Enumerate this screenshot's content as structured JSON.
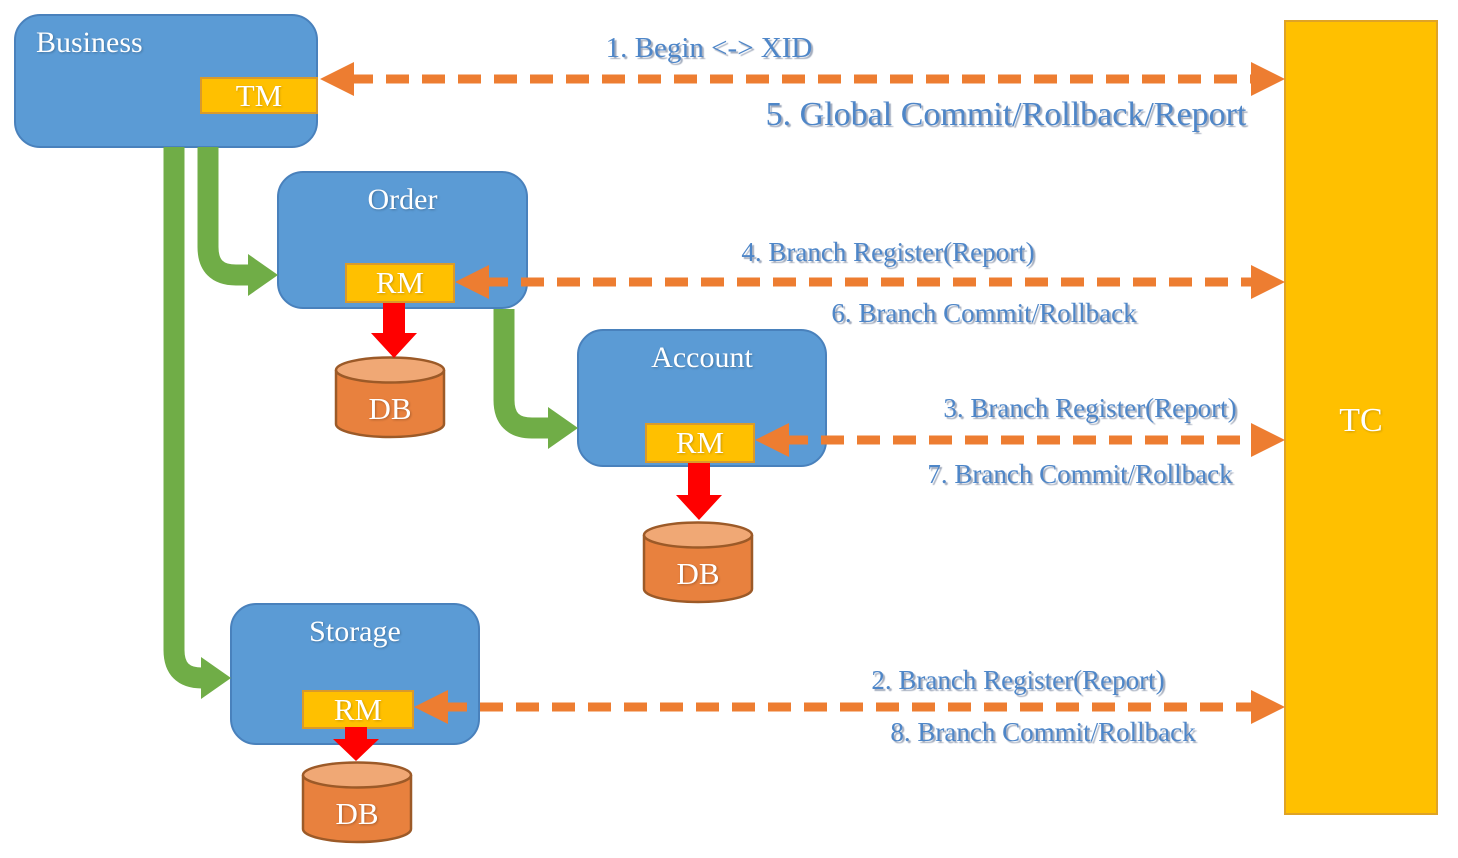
{
  "nodes": {
    "business": {
      "label": "Business",
      "badge": "TM"
    },
    "order": {
      "label": "Order",
      "badge": "RM",
      "db": "DB"
    },
    "account": {
      "label": "Account",
      "badge": "RM",
      "db": "DB"
    },
    "storage": {
      "label": "Storage",
      "badge": "RM",
      "db": "DB"
    },
    "tc": {
      "label": "TC"
    }
  },
  "messages": {
    "begin_xid": "1. Begin <-> XID",
    "global_commit": "5. Global Commit/Rollback/Report",
    "order_register": "4. Branch Register(Report)",
    "order_commit": "6. Branch Commit/Rollback",
    "account_register": "3. Branch Register(Report)",
    "account_commit": "7. Branch Commit/Rollback",
    "storage_register": "2. Branch Register(Report)",
    "storage_commit": "8. Branch Commit/Rollback"
  },
  "colors": {
    "service_blue": "#5B9BD5",
    "badge_gold": "#FFC000",
    "tc_gold": "#FFC000",
    "flow_green": "#70AD47",
    "message_orange": "#ED7D31",
    "db_arrow_red": "#FF0000",
    "db_body_orange": "#E8813E",
    "db_top_orange": "#F0A875",
    "label_blue": "#4E86C8"
  }
}
